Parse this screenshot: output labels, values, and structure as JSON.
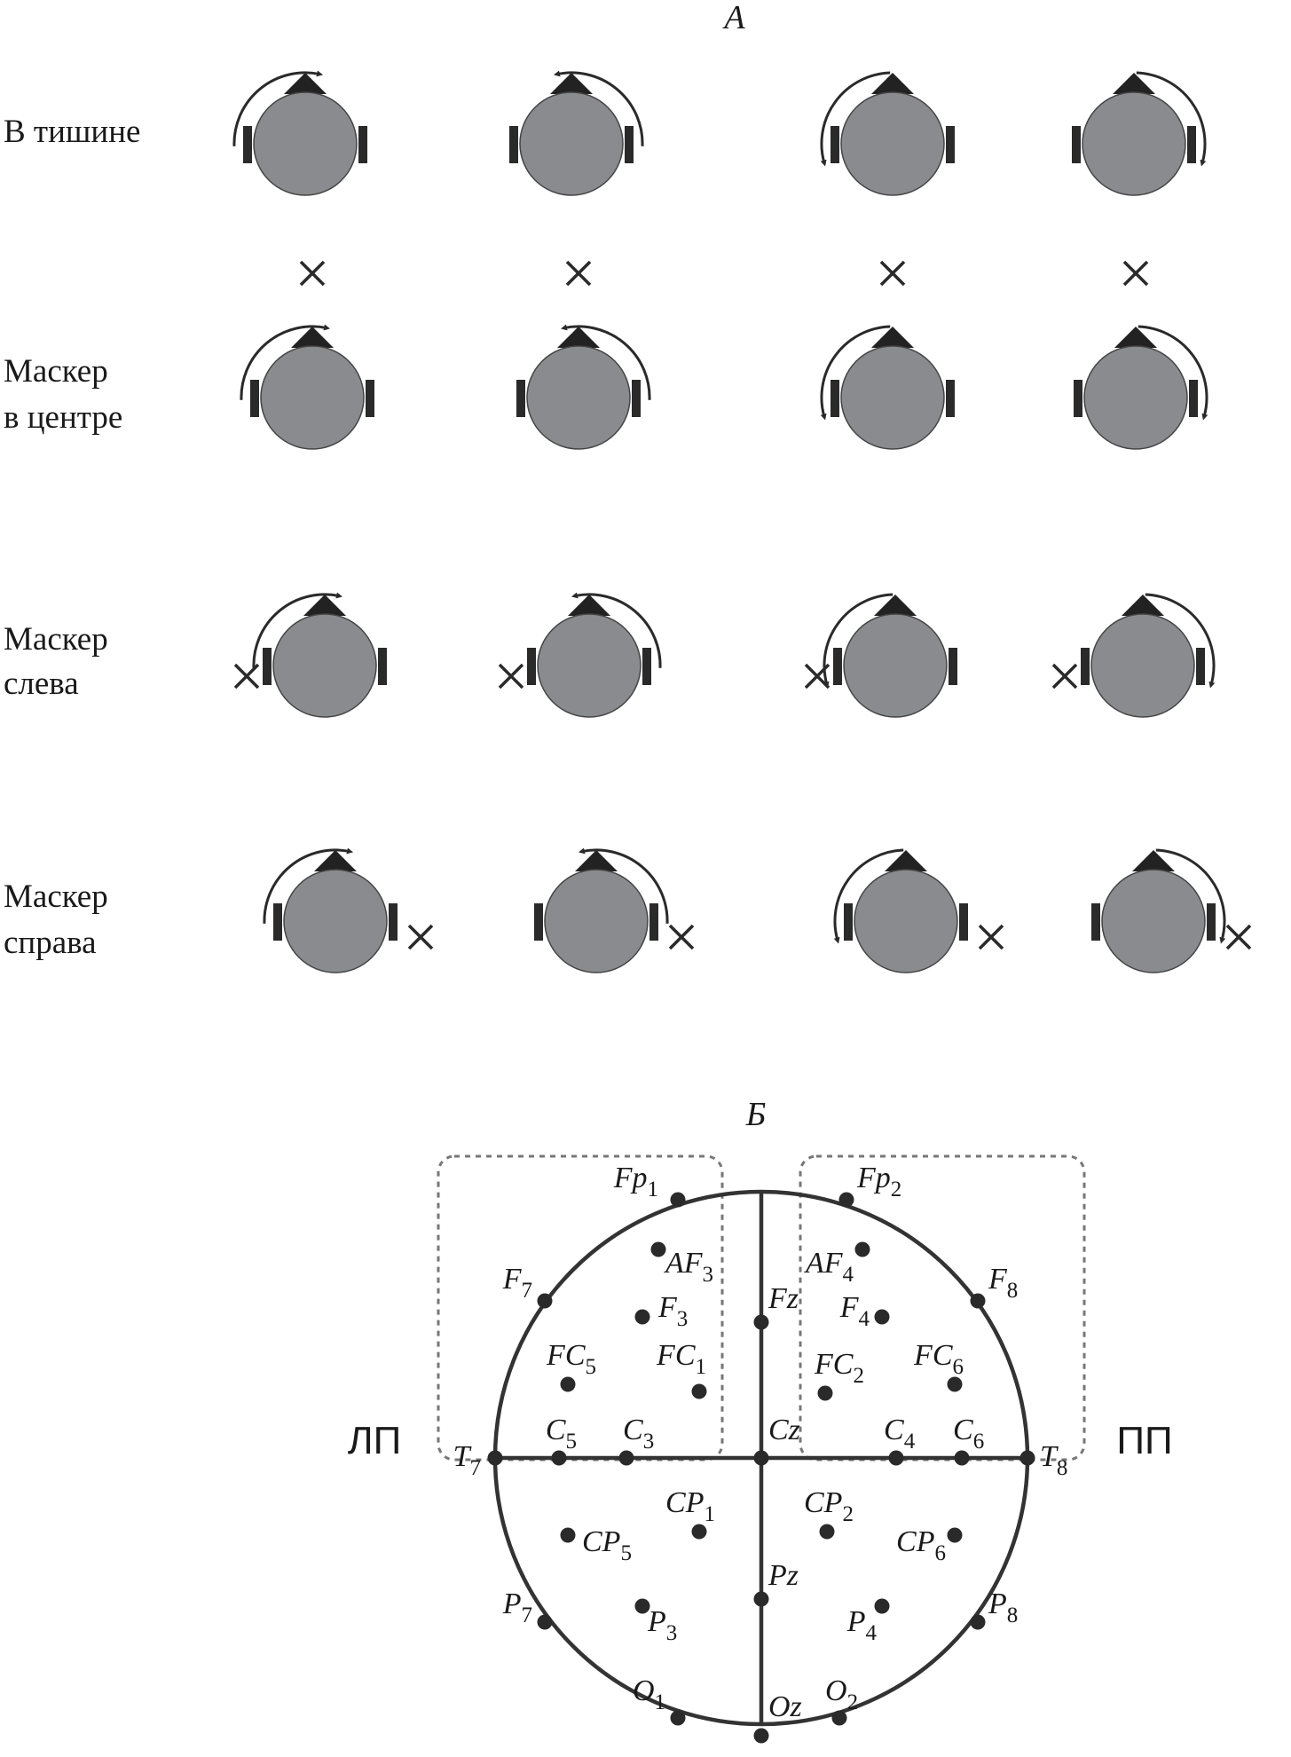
{
  "panelA": {
    "label": "А"
  },
  "rows": [
    {
      "label_lines": [
        "В тишине"
      ],
      "masker": "none"
    },
    {
      "label_lines": [
        "Маскер",
        "в центре"
      ],
      "masker": "center"
    },
    {
      "label_lines": [
        "Маскер",
        "слева"
      ],
      "masker": "left"
    },
    {
      "label_lines": [
        "Маскер",
        "справа"
      ],
      "masker": "right"
    }
  ],
  "head_arrows": [
    "left-side, clockwise (upward toward front)",
    "right-side, counter-clockwise (upward toward front)",
    "left-side, counter-clockwise (downward toward back)",
    "right-side, clockwise (downward toward back)"
  ],
  "masker_symbol": "×",
  "panelB": {
    "label": "Б",
    "left_hemisphere_label": "ЛП",
    "right_hemisphere_label": "ПП",
    "electrodes": [
      {
        "base": "Fp",
        "sub": "1"
      },
      {
        "base": "Fp",
        "sub": "2"
      },
      {
        "base": "AF",
        "sub": "3"
      },
      {
        "base": "AF",
        "sub": "4"
      },
      {
        "base": "F",
        "sub": "7"
      },
      {
        "base": "F",
        "sub": "3"
      },
      {
        "base": "Fz",
        "sub": ""
      },
      {
        "base": "F",
        "sub": "4"
      },
      {
        "base": "F",
        "sub": "8"
      },
      {
        "base": "FC",
        "sub": "5"
      },
      {
        "base": "FC",
        "sub": "1"
      },
      {
        "base": "FC",
        "sub": "2"
      },
      {
        "base": "FC",
        "sub": "6"
      },
      {
        "base": "T",
        "sub": "7"
      },
      {
        "base": "C",
        "sub": "5"
      },
      {
        "base": "C",
        "sub": "3"
      },
      {
        "base": "Cz",
        "sub": ""
      },
      {
        "base": "C",
        "sub": "4"
      },
      {
        "base": "C",
        "sub": "6"
      },
      {
        "base": "T",
        "sub": "8"
      },
      {
        "base": "CP",
        "sub": "1"
      },
      {
        "base": "CP",
        "sub": "2"
      },
      {
        "base": "CP",
        "sub": "5"
      },
      {
        "base": "CP",
        "sub": "6"
      },
      {
        "base": "Pz",
        "sub": ""
      },
      {
        "base": "P",
        "sub": "7"
      },
      {
        "base": "P",
        "sub": "3"
      },
      {
        "base": "P",
        "sub": "4"
      },
      {
        "base": "P",
        "sub": "8"
      },
      {
        "base": "O",
        "sub": "1"
      },
      {
        "base": "Oz",
        "sub": ""
      },
      {
        "base": "O",
        "sub": "2"
      }
    ]
  }
}
